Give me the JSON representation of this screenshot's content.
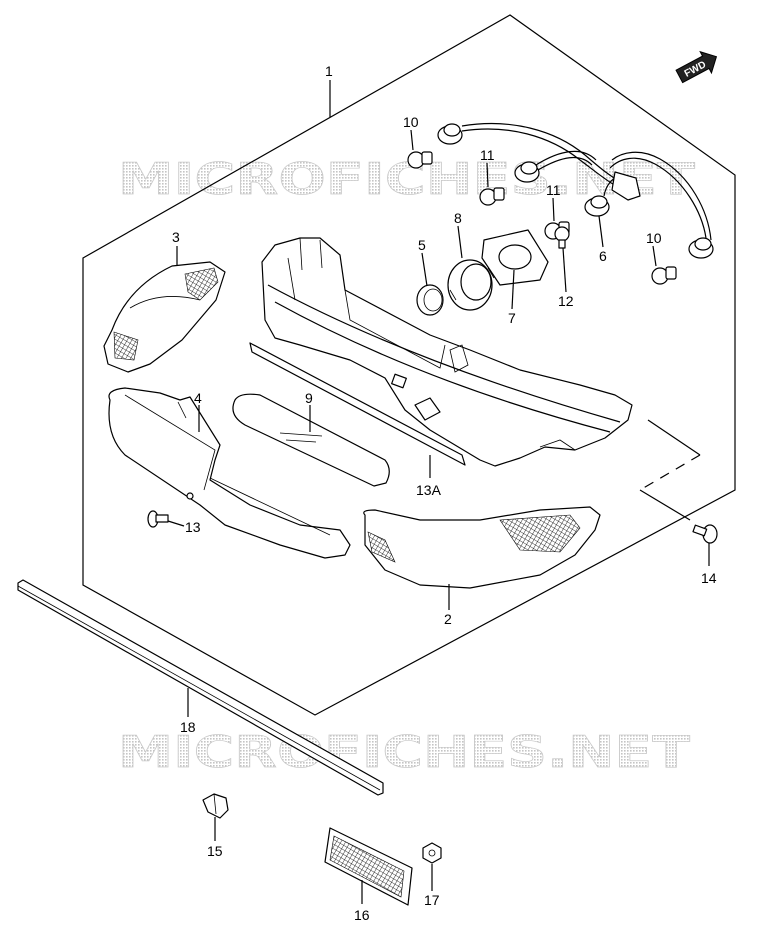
{
  "watermark": "MICROFICHES.NET",
  "fwd_label": "FWD",
  "callouts": {
    "part_1": "1",
    "part_2": "2",
    "part_3": "3",
    "part_4": "4",
    "part_5": "5",
    "part_6": "6",
    "part_7": "7",
    "part_8": "8",
    "part_9": "9",
    "part_10_left": "10",
    "part_10_right": "10",
    "part_11_left": "11",
    "part_11_right": "11",
    "part_12": "12",
    "part_13": "13",
    "part_13A": "13A",
    "part_14": "14",
    "part_15": "15",
    "part_16": "16",
    "part_17": "17",
    "part_18": "18"
  }
}
